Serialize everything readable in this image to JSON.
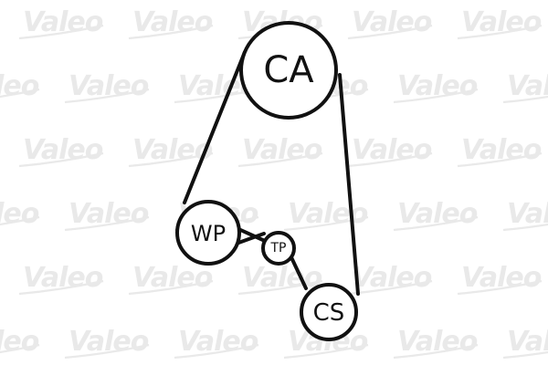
{
  "watermark": {
    "logo_text": "Valeo",
    "color": "#e9e9e9"
  },
  "diagram": {
    "type": "timing-belt-layout",
    "belt_color": "#111111",
    "pulleys": [
      {
        "id": "camshaft",
        "label": "CA"
      },
      {
        "id": "water-pump",
        "label": "WP"
      },
      {
        "id": "tensioner",
        "label": "TP"
      },
      {
        "id": "crankshaft",
        "label": "CS"
      }
    ]
  }
}
